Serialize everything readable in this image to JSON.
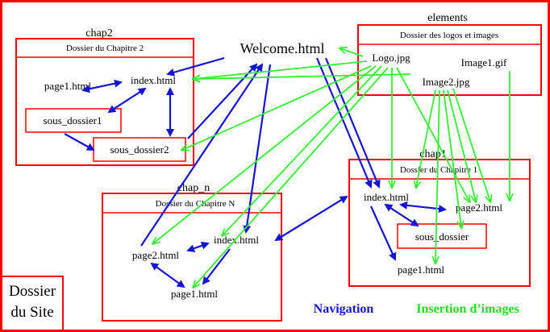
{
  "folders": {
    "site": {
      "label_line1": "Dossier",
      "label_line2": "du Site"
    },
    "chap2": {
      "name": "chap2",
      "description": "Dossier du Chapitre 2"
    },
    "elements": {
      "name": "elements",
      "description": "Dossier des logos et images"
    },
    "chap_n": {
      "name": "chap_n",
      "description": "Dossier du Chapitre N"
    },
    "chap1": {
      "name": "chap1",
      "description": "Dossier du Chapitre 1"
    }
  },
  "files": {
    "welcome": "Welcome.html",
    "chap2_page1": "page1.html",
    "chap2_index": "index.html",
    "chap2_sous_dossier1": "sous_dossier1",
    "chap2_sous_dossier2": "sous_dossier2",
    "logo": "Logo.jpg",
    "image1": "Image1.gif",
    "image2": "Image2.jpg",
    "chap_n_index": "index.html",
    "chap_n_page2": "page2.html",
    "chap_n_page1": "page1.html",
    "chap1_index": "index.html",
    "chap1_page2": "page2.html",
    "chap1_sous_dossier": "sous_dossier",
    "chap1_page1": "page1.html"
  },
  "legend": {
    "navigation": "Navigation",
    "images": "Insertion d’images",
    "navigation_color": "#1414d4",
    "images_color": "#33ee33"
  },
  "colors": {
    "folder_border": "#ff0000",
    "background": "#ffffff"
  }
}
